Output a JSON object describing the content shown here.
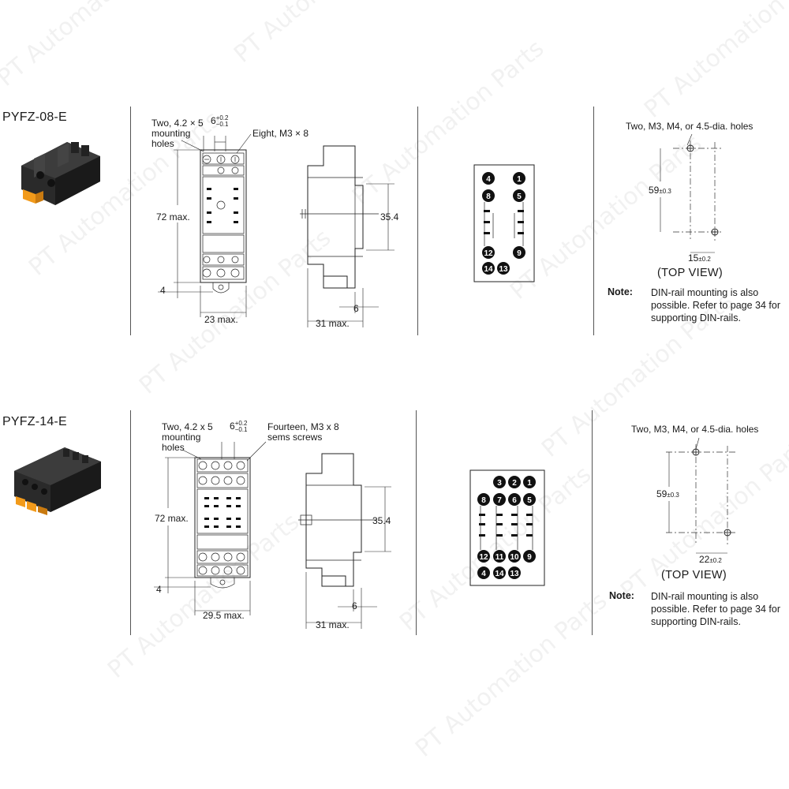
{
  "watermark": "PT Automation Parts",
  "models": [
    {
      "name": "PYFZ-08-E",
      "mounting_label": [
        "Two, 4.2 × 5",
        "mounting",
        "holes"
      ],
      "tol_main": "6",
      "tol_plus": "+0.2",
      "tol_minus": "−0.1",
      "screws_label": [
        "Eight, M3 × 8"
      ],
      "height": "72 max.",
      "bottom": "4",
      "width": "23 max.",
      "depth": "31 max.",
      "rail": "35.4",
      "six": "6",
      "pins": [
        "4",
        "1",
        "8",
        "5",
        "12",
        "9",
        "14",
        "13"
      ],
      "holes_label": "Two, M3, M4, or 4.5-dia. holes",
      "pitch_v": "59",
      "pitch_v_tol": "±0.3",
      "pitch_h": "15",
      "pitch_h_tol": "±0.2",
      "top_view": "(TOP VIEW)",
      "note_label": "Note:",
      "note_text": "DIN-rail mounting is also possible. Refer to page 34 for supporting DIN-rails."
    },
    {
      "name": "PYFZ-14-E",
      "mounting_label": [
        "Two, 4.2 x 5",
        "mounting",
        "holes"
      ],
      "tol_main": "6",
      "tol_plus": "+0.2",
      "tol_minus": "−0.1",
      "screws_label": [
        "Fourteen, M3 x 8",
        "sems screws"
      ],
      "height": "72 max.",
      "bottom": "4",
      "width": "29.5 max.",
      "depth": "31 max.",
      "rail": "35.4",
      "six": "6",
      "pins": [
        "3",
        "2",
        "1",
        "8",
        "7",
        "6",
        "5",
        "12",
        "11",
        "10",
        "9",
        "4",
        "14",
        "13"
      ],
      "holes_label": "Two, M3, M4, or 4.5-dia. holes",
      "pitch_v": "59",
      "pitch_v_tol": "±0.3",
      "pitch_h": "22",
      "pitch_h_tol": "±0.2",
      "top_view": "(TOP VIEW)",
      "note_label": "Note:",
      "note_text": "DIN-rail mounting is also possible. Refer to page 34 for supporting DIN-rails."
    }
  ]
}
